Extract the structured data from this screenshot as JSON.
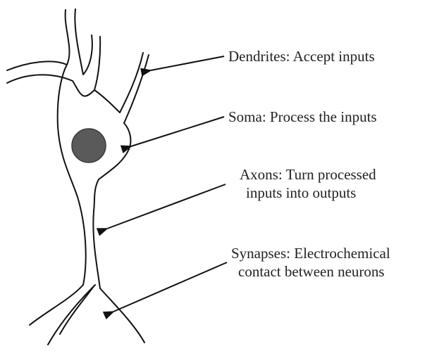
{
  "colors": {
    "outline": "#111111",
    "nucleus": "#5a5a5a",
    "text": "#222222",
    "background": "#ffffff"
  },
  "labels": {
    "dendrites": "Dendrites: Accept inputs",
    "soma": "Soma: Process the inputs",
    "axons": {
      "line1": "Axons: Turn processed",
      "line2": "inputs into outputs"
    },
    "synapses": {
      "line1": "Synapses: Electrochemical",
      "line2": "contact between neurons"
    }
  }
}
